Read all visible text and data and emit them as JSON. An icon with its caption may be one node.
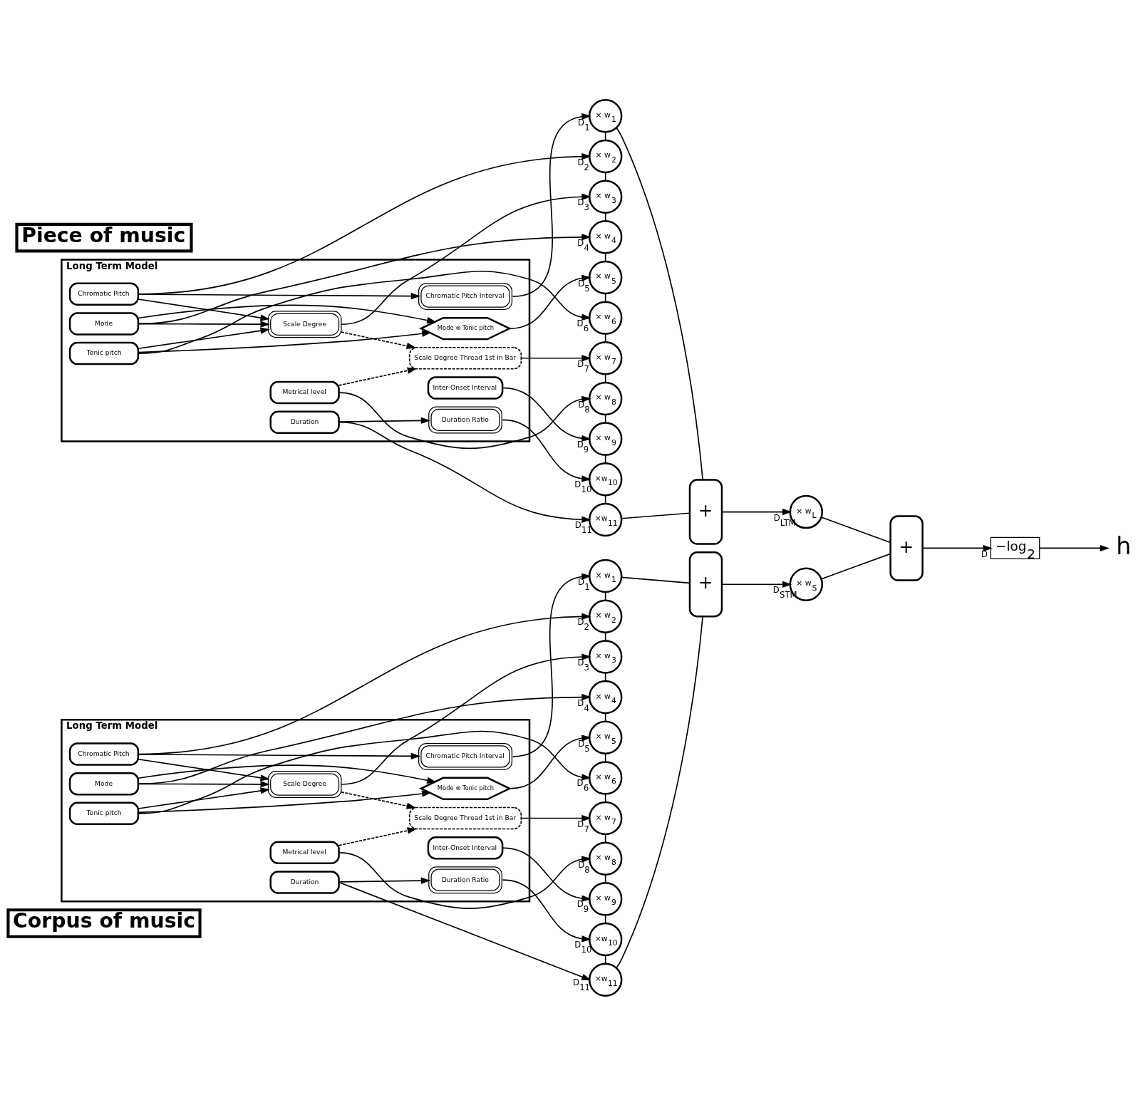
{
  "diagram": {
    "nodes": [
      {
        "text": [
          "Corpus of music"
        ]
      },
      {
        "text": [
          "Long Term Model"
        ]
      },
      {
        "text": [
          "Chromatic Pitch Interval"
        ],
        "in": 1
      },
      {
        "text": [
          "Chromatic Pitch"
        ],
        "in": 1
      },
      {
        "text": [
          "Scale Degree"
        ],
        "in": 1
      },
      {
        "text": [
          "Mode"
        ],
        "in": 1
      },
      {
        "text": [
          "Mode ⊗ Tonic pitch"
        ],
        "in": 1
      },
      {
        "text": [
          "Tonic pitch"
        ],
        "in": 1
      },
      {
        "text": [
          "Scale Degree Thread 1st in Bar"
        ],
        "in": 1
      },
      {
        "text": [
          "Metrical level"
        ],
        "in": 1
      },
      {
        "text": [
          "Inter-Onset Interval"
        ],
        "in": 1
      },
      {
        "text": [
          "Duration Ratio"
        ],
        "in": 1
      },
      {
        "text": [
          "Duration"
        ],
        "in": 1
      },
      {
        "text": [
          "× w$_{1}$"
        ]
      },
      {
        "text": [
          "× w$_{2}$"
        ]
      },
      {
        "text": [
          "× w$_{3}$"
        ]
      },
      {
        "text": [
          "× w$_{4}$"
        ]
      },
      {
        "text": [
          "× w$_{5}$"
        ]
      },
      {
        "text": [
          "× w$_{6}$"
        ]
      },
      {
        "text": [
          "× w$_{7}$"
        ]
      },
      {
        "text": [
          "× w$_{8}$"
        ]
      },
      {
        "text": [
          "× w$_{9}$"
        ]
      },
      {
        "text": [
          "×w$_{10}$"
        ]
      },
      {
        "text": [
          "×w$_{11}$"
        ]
      },
      {
        "text": [
          "+"
        ]
      },
      {
        "text": [
          "× w$_{L}$"
        ]
      },
      {
        "text": [
          "+"
        ]
      },
      {
        "text": [
          "−log$_{2}$"
        ]
      },
      {
        "text": [
          "h"
        ]
      },
      {
        "text": [
          "Piece of music"
        ]
      },
      {
        "text": [
          "Long Term Model"
        ]
      },
      {
        "text": [
          "Chromatic Pitch Interval"
        ],
        "in": 30
      },
      {
        "text": [
          "Chromatic Pitch"
        ],
        "in": 30
      },
      {
        "text": [
          "Scale Degree"
        ],
        "in": 30
      },
      {
        "text": [
          "Mode"
        ],
        "in": 30
      },
      {
        "text": [
          "Mode ⊗ Tonic pitch"
        ],
        "in": 30
      },
      {
        "text": [
          "Tonic pitch"
        ],
        "in": 30
      },
      {
        "text": [
          "Scale Degree Thread 1st in Bar"
        ],
        "in": 30
      },
      {
        "text": [
          "Metrical level"
        ],
        "in": 30
      },
      {
        "text": [
          "Inter-Onset Interval"
        ],
        "in": 30
      },
      {
        "text": [
          "Duration Ratio"
        ],
        "in": 30
      },
      {
        "text": [
          "Duration"
        ],
        "in": 30
      },
      {
        "text": [
          "× w$_{1}$"
        ]
      },
      {
        "text": [
          "× w$_{2}$"
        ]
      },
      {
        "text": [
          "× w$_{3}$"
        ]
      },
      {
        "text": [
          "× w$_{4}$"
        ]
      },
      {
        "text": [
          "× w$_{5}$"
        ]
      },
      {
        "text": [
          "× w$_{6}$"
        ]
      },
      {
        "text": [
          "× w$_{7}$"
        ]
      },
      {
        "text": [
          "× w$_{8}$"
        ]
      },
      {
        "text": [
          "× w$_{9}$"
        ]
      },
      {
        "text": [
          "×w$_{10}$"
        ]
      },
      {
        "text": [
          "×w$_{11}$"
        ]
      },
      {
        "text": [
          "+"
        ]
      },
      {
        "text": [
          "× w$_{S}$"
        ]
      }
    ],
    "edges": [
      {
        "from": 3,
        "to": 2,
        "arrow": "to"
      },
      {
        "from": 3,
        "to": 4,
        "arrow": "to"
      },
      {
        "from": 5,
        "to": 4,
        "arrow": "to"
      },
      {
        "from": 7,
        "to": 4,
        "arrow": "to"
      },
      {
        "from": 5,
        "to": 6,
        "arrow": "to"
      },
      {
        "from": 7,
        "to": 6,
        "arrow": "to"
      },
      {
        "from": 4,
        "to": 8,
        "arrow": "to",
        "style": "dashed"
      },
      {
        "from": 9,
        "to": 8,
        "arrow": "to",
        "style": "dashed"
      },
      {
        "from": 12,
        "to": 11,
        "arrow": "to"
      },
      {
        "from": 2,
        "to": 13,
        "arrow": "to",
        "label": "D$_{1}$"
      },
      {
        "from": 3,
        "to": 14,
        "arrow": "to",
        "label": "D$_{2}$"
      },
      {
        "from": 4,
        "to": 15,
        "arrow": "to",
        "label": "D$_{3}$"
      },
      {
        "from": 5,
        "to": 16,
        "arrow": "to",
        "label": "D$_{4}$"
      },
      {
        "from": 6,
        "to": 17,
        "arrow": "to",
        "label": "D$_{5}$"
      },
      {
        "from": 7,
        "to": 18,
        "arrow": "to",
        "label": "D$_{6}$"
      },
      {
        "from": 8,
        "to": 19,
        "arrow": "to",
        "label": "D$_{7}$"
      },
      {
        "from": 9,
        "to": 20,
        "arrow": "to",
        "label": "D$_{8}$"
      },
      {
        "from": 10,
        "to": 21,
        "arrow": "to",
        "label": "D$_{9}$"
      },
      {
        "from": 11,
        "to": 22,
        "arrow": "to",
        "label": "D$_{10}$"
      },
      {
        "from": 12,
        "to": 23,
        "arrow": "to",
        "label": "D$_{11}$"
      },
      {
        "from": 13,
        "to": 14,
        "arrow": "none"
      },
      {
        "from": 14,
        "to": 15,
        "arrow": "none"
      },
      {
        "from": 15,
        "to": 16,
        "arrow": "none"
      },
      {
        "from": 16,
        "to": 17,
        "arrow": "none"
      },
      {
        "from": 17,
        "to": 18,
        "arrow": "none"
      },
      {
        "from": 18,
        "to": 19,
        "arrow": "none"
      },
      {
        "from": 19,
        "to": 20,
        "arrow": "none"
      },
      {
        "from": 20,
        "to": 21,
        "arrow": "none"
      },
      {
        "from": 21,
        "to": 22,
        "arrow": "none"
      },
      {
        "from": 22,
        "to": 23,
        "arrow": "none"
      },
      {
        "from": 13,
        "to": 24,
        "arrow": "none"
      },
      {
        "from": 23,
        "to": 24,
        "arrow": "none"
      },
      {
        "from": 24,
        "to": 25,
        "arrow": "to",
        "label": "D$_{LTM}$"
      },
      {
        "from": 32,
        "to": 31,
        "arrow": "to"
      },
      {
        "from": 32,
        "to": 33,
        "arrow": "to"
      },
      {
        "from": 34,
        "to": 33,
        "arrow": "to"
      },
      {
        "from": 36,
        "to": 33,
        "arrow": "to"
      },
      {
        "from": 34,
        "to": 35,
        "arrow": "to"
      },
      {
        "from": 36,
        "to": 35,
        "arrow": "to"
      },
      {
        "from": 33,
        "to": 37,
        "arrow": "to",
        "style": "dashed"
      },
      {
        "from": 38,
        "to": 37,
        "arrow": "to",
        "style": "dashed"
      },
      {
        "from": 41,
        "to": 40,
        "arrow": "to"
      },
      {
        "from": 31,
        "to": 42,
        "arrow": "to",
        "label": "D$_{1}$"
      },
      {
        "from": 32,
        "to": 43,
        "arrow": "to",
        "label": "D$_{2}$"
      },
      {
        "from": 33,
        "to": 44,
        "arrow": "to",
        "label": "D$_{3}$"
      },
      {
        "from": 34,
        "to": 45,
        "arrow": "to",
        "label": "D$_{4}$"
      },
      {
        "from": 35,
        "to": 46,
        "arrow": "to",
        "label": "D$_{5}$"
      },
      {
        "from": 36,
        "to": 47,
        "arrow": "to",
        "label": "D$_{6}$"
      },
      {
        "from": 37,
        "to": 48,
        "arrow": "to",
        "label": "D$_{7}$"
      },
      {
        "from": 38,
        "to": 49,
        "arrow": "to",
        "label": "D$_{8}$"
      },
      {
        "from": 39,
        "to": 50,
        "arrow": "to",
        "label": "D$_{9}$"
      },
      {
        "from": 40,
        "to": 51,
        "arrow": "to",
        "label": "D$_{10}$"
      },
      {
        "from": 41,
        "to": 52,
        "arrow": "to",
        "label": "D$_{11}$"
      },
      {
        "from": 42,
        "to": 43,
        "arrow": "none"
      },
      {
        "from": 43,
        "to": 44,
        "arrow": "none"
      },
      {
        "from": 44,
        "to": 45,
        "arrow": "none"
      },
      {
        "from": 45,
        "to": 46,
        "arrow": "none"
      },
      {
        "from": 46,
        "to": 47,
        "arrow": "none"
      },
      {
        "from": 47,
        "to": 48,
        "arrow": "none"
      },
      {
        "from": 48,
        "to": 49,
        "arrow": "none"
      },
      {
        "from": 49,
        "to": 50,
        "arrow": "none"
      },
      {
        "from": 50,
        "to": 51,
        "arrow": "none"
      },
      {
        "from": 51,
        "to": 52,
        "arrow": "none"
      },
      {
        "from": 42,
        "to": 53,
        "arrow": "none"
      },
      {
        "from": 52,
        "to": 53,
        "arrow": "none"
      },
      {
        "from": 53,
        "to": 54,
        "arrow": "to",
        "label": "D$_{STM}$"
      },
      {
        "from": 25,
        "to": 26,
        "arrow": "none"
      },
      {
        "from": 54,
        "to": 26,
        "arrow": "none"
      },
      {
        "from": 26,
        "to": 27,
        "arrow": "to",
        "label": "D"
      },
      {
        "from": 27,
        "to": 28,
        "arrow": "to"
      }
    ]
  }
}
